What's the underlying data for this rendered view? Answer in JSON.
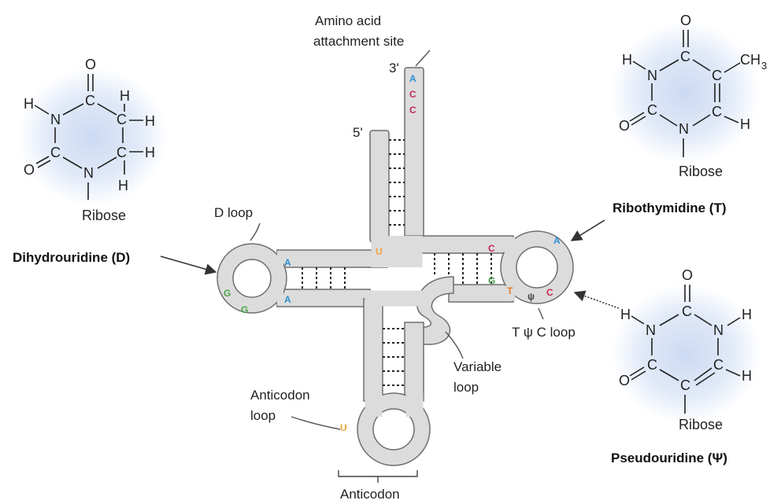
{
  "colors": {
    "backbone_fill": "#dcdcdc",
    "backbone_stroke": "#6e6e6e",
    "nucleotide_A": "#2f8fd0",
    "nucleotide_C": "#c42a55",
    "nucleotide_G": "#4aa547",
    "nucleotide_U": "#f0a23a",
    "nucleotide_T": "#e07f28",
    "glow": "#c9d8f2"
  },
  "trna": {
    "amino_acid_line1": "Amino acid",
    "amino_acid_line2": "attachment site",
    "three_prime": "3'",
    "five_prime": "5'",
    "acceptor_bases": [
      "A",
      "C",
      "C"
    ],
    "d_loop_label": "D loop",
    "d_loop_bases": {
      "top": "A",
      "bottom": "A",
      "g1": "G",
      "g2": "G",
      "stem_u": "U"
    },
    "t_loop_bases": {
      "c_top": "C",
      "a": "A",
      "g": "G",
      "t": "T",
      "psi": "ψ",
      "c": "C"
    },
    "t_loop_label": "T ψ C loop",
    "variable_line1": "Variable",
    "variable_line2": "loop",
    "anticodon_loop_line1": "Anticodon",
    "anticodon_loop_line2": "loop",
    "anticodon_u": "U",
    "anticodon_label": "Anticodon"
  },
  "molecules": {
    "dihydrouridine": {
      "name": "Dihydrouridine (D)",
      "atoms": {
        "O": "O",
        "H": "H",
        "N": "N",
        "C": "C",
        "ribose": "Ribose"
      }
    },
    "ribothymidine": {
      "name": "Ribothymidine (T)",
      "atoms": {
        "O": "O",
        "H": "H",
        "N": "N",
        "C": "C",
        "methyl": "CH",
        "methyl_sub": "3",
        "ribose": "Ribose"
      }
    },
    "pseudouridine": {
      "name": "Pseudouridine (Ψ)",
      "atoms": {
        "O": "O",
        "H": "H",
        "N": "N",
        "C": "C",
        "ribose": "Ribose"
      }
    }
  }
}
